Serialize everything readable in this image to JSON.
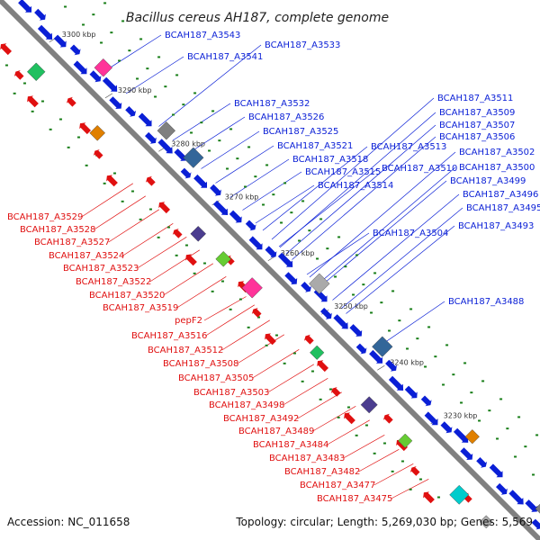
{
  "title": "Bacillus cereus AH187, complete genome",
  "accession": "Accession: NC_011658",
  "info": "Topology: circular; Length: 5,269,030 bp; Genes: 5,569",
  "colors": {
    "forward": "#0a1fd6",
    "reverse": "#e01010",
    "line": "#808080",
    "tick": "#1a7f1a"
  },
  "ruler": [
    {
      "label": "3300 kbp",
      "pos": 0.02
    },
    {
      "label": "3290 kbp",
      "pos": 0.135
    },
    {
      "label": "3280 kbp",
      "pos": 0.245
    },
    {
      "label": "3270 kbp",
      "pos": 0.355
    },
    {
      "label": "3260 kbp",
      "pos": 0.47
    },
    {
      "label": "3250 kbp",
      "pos": 0.58
    },
    {
      "label": "3240 kbp",
      "pos": 0.695
    },
    {
      "label": "3230 kbp",
      "pos": 0.805
    }
  ],
  "forward_labels": [
    "BCAH187_A3543",
    "BCAH187_A3533",
    "BCAH187_A3541",
    "BCAH187_A3532",
    "BCAH187_A3526",
    "BCAH187_A3525",
    "BCAH187_A3521",
    "BCAH187_A3518",
    "BCAH187_A3515",
    "BCAH187_A3514",
    "BCAH187_A3511",
    "BCAH187_A3509",
    "BCAH187_A3507",
    "BCAH187_A3506",
    "BCAH187_A3513",
    "BCAH187_A3510",
    "BCAH187_A3502",
    "BCAH187_A3500",
    "BCAH187_A3499",
    "BCAH187_A3496",
    "BCAH187_A3495",
    "BCAH187_A3504",
    "BCAH187_A3493",
    "BCAH187_A3488"
  ],
  "reverse_labels": [
    "BCAH187_A3529",
    "BCAH187_A3528",
    "BCAH187_A3527",
    "BCAH187_A3524",
    "BCAH187_A3523",
    "BCAH187_A3522",
    "BCAH187_A3520",
    "BCAH187_A3519",
    "pepF2",
    "BCAH187_A3516",
    "BCAH187_A3512",
    "BCAH187_A3508",
    "BCAH187_A3505",
    "BCAH187_A3503",
    "BCAH187_A3498",
    "BCAH187_A3492",
    "BCAH187_A3489",
    "BCAH187_A3484",
    "BCAH187_A3483",
    "BCAH187_A3482",
    "BCAH187_A3477",
    "BCAH187_A3475"
  ]
}
